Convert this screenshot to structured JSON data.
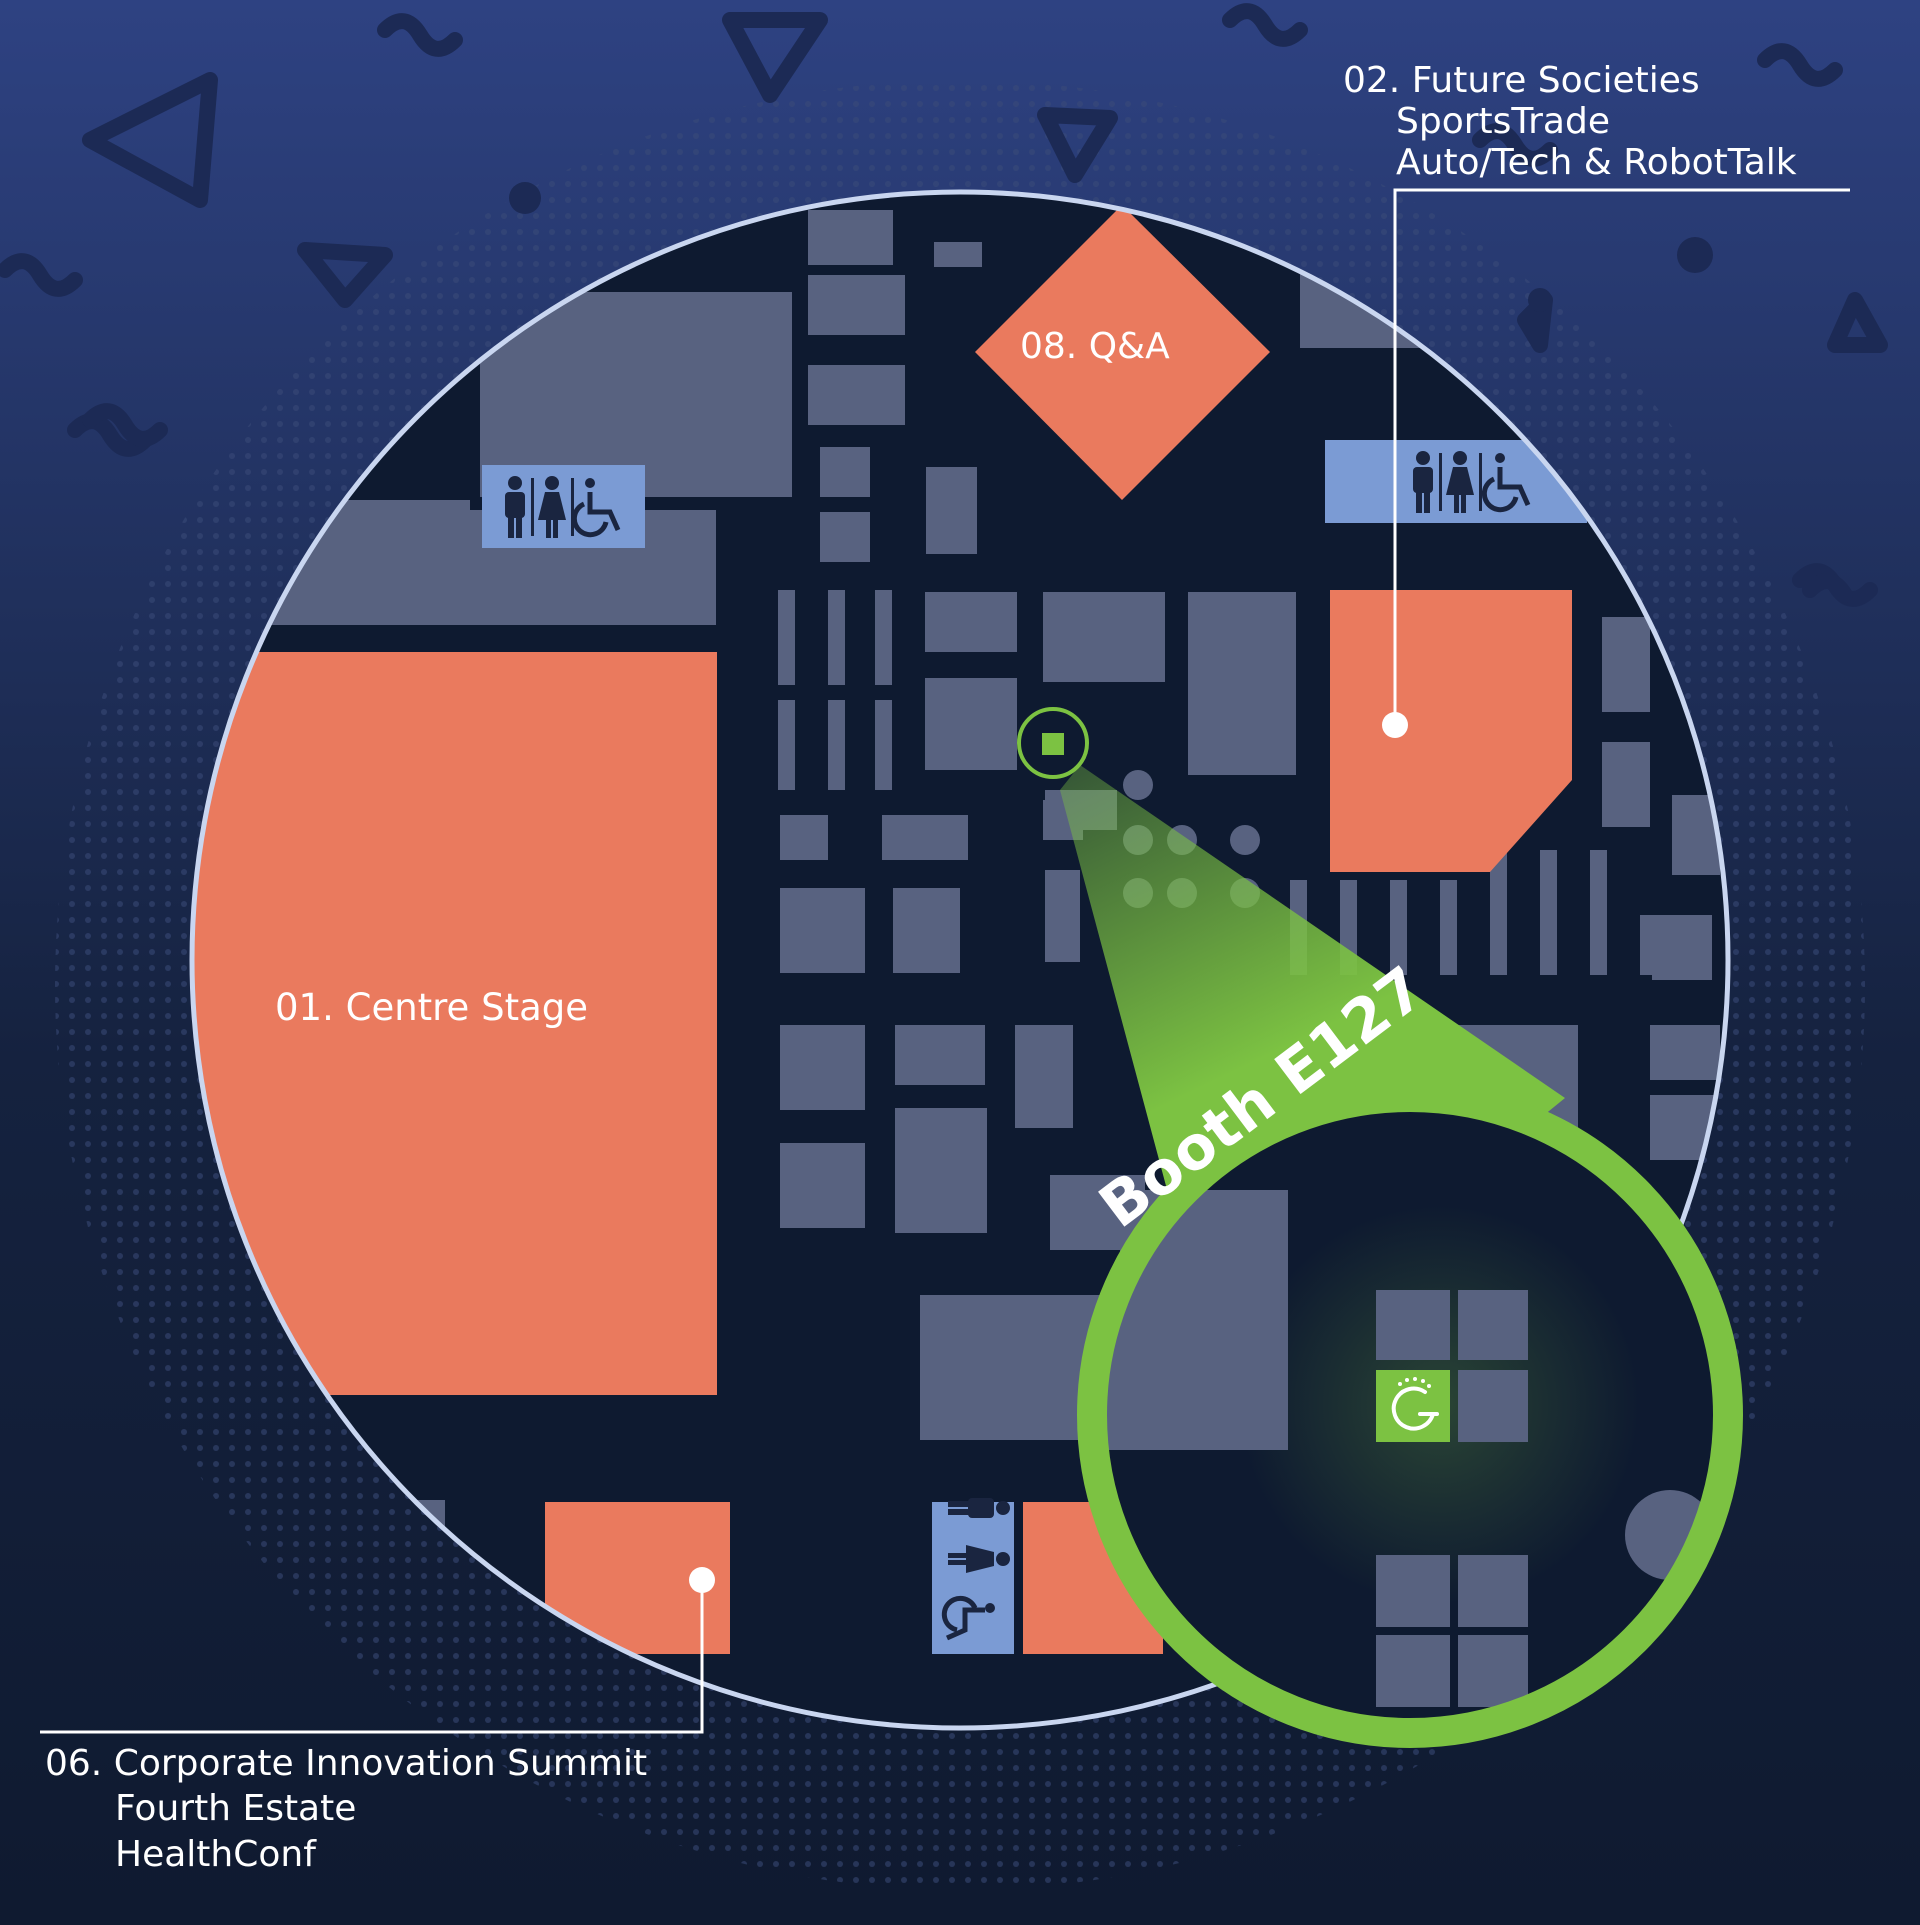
{
  "colors": {
    "bg_top": "#2e4282",
    "bg_bottom": "#0f1a30",
    "floor": "#0e1a30",
    "stage": "#ea7a5e",
    "booth_block": "#586280",
    "restroom": "#7b9bd4",
    "accent_green": "#7cc242",
    "ring": "#c9d6f0"
  },
  "stages": {
    "centre_stage": "01. Centre Stage",
    "qa": "08. Q&A",
    "future_societies": {
      "line1": "02. Future Societies",
      "line2": "SportsTrade",
      "line3": "Auto/Tech & RobotTalk"
    },
    "corporate_innovation": {
      "line1": "06. Corporate Innovation Summit",
      "line2": "Fourth Estate",
      "line3": "HealthConf"
    }
  },
  "booth": {
    "label": "Booth E127",
    "logo_icon": "power-logo-icon"
  },
  "icons": {
    "restroom": [
      "man-icon",
      "woman-icon",
      "wheelchair-icon"
    ]
  }
}
